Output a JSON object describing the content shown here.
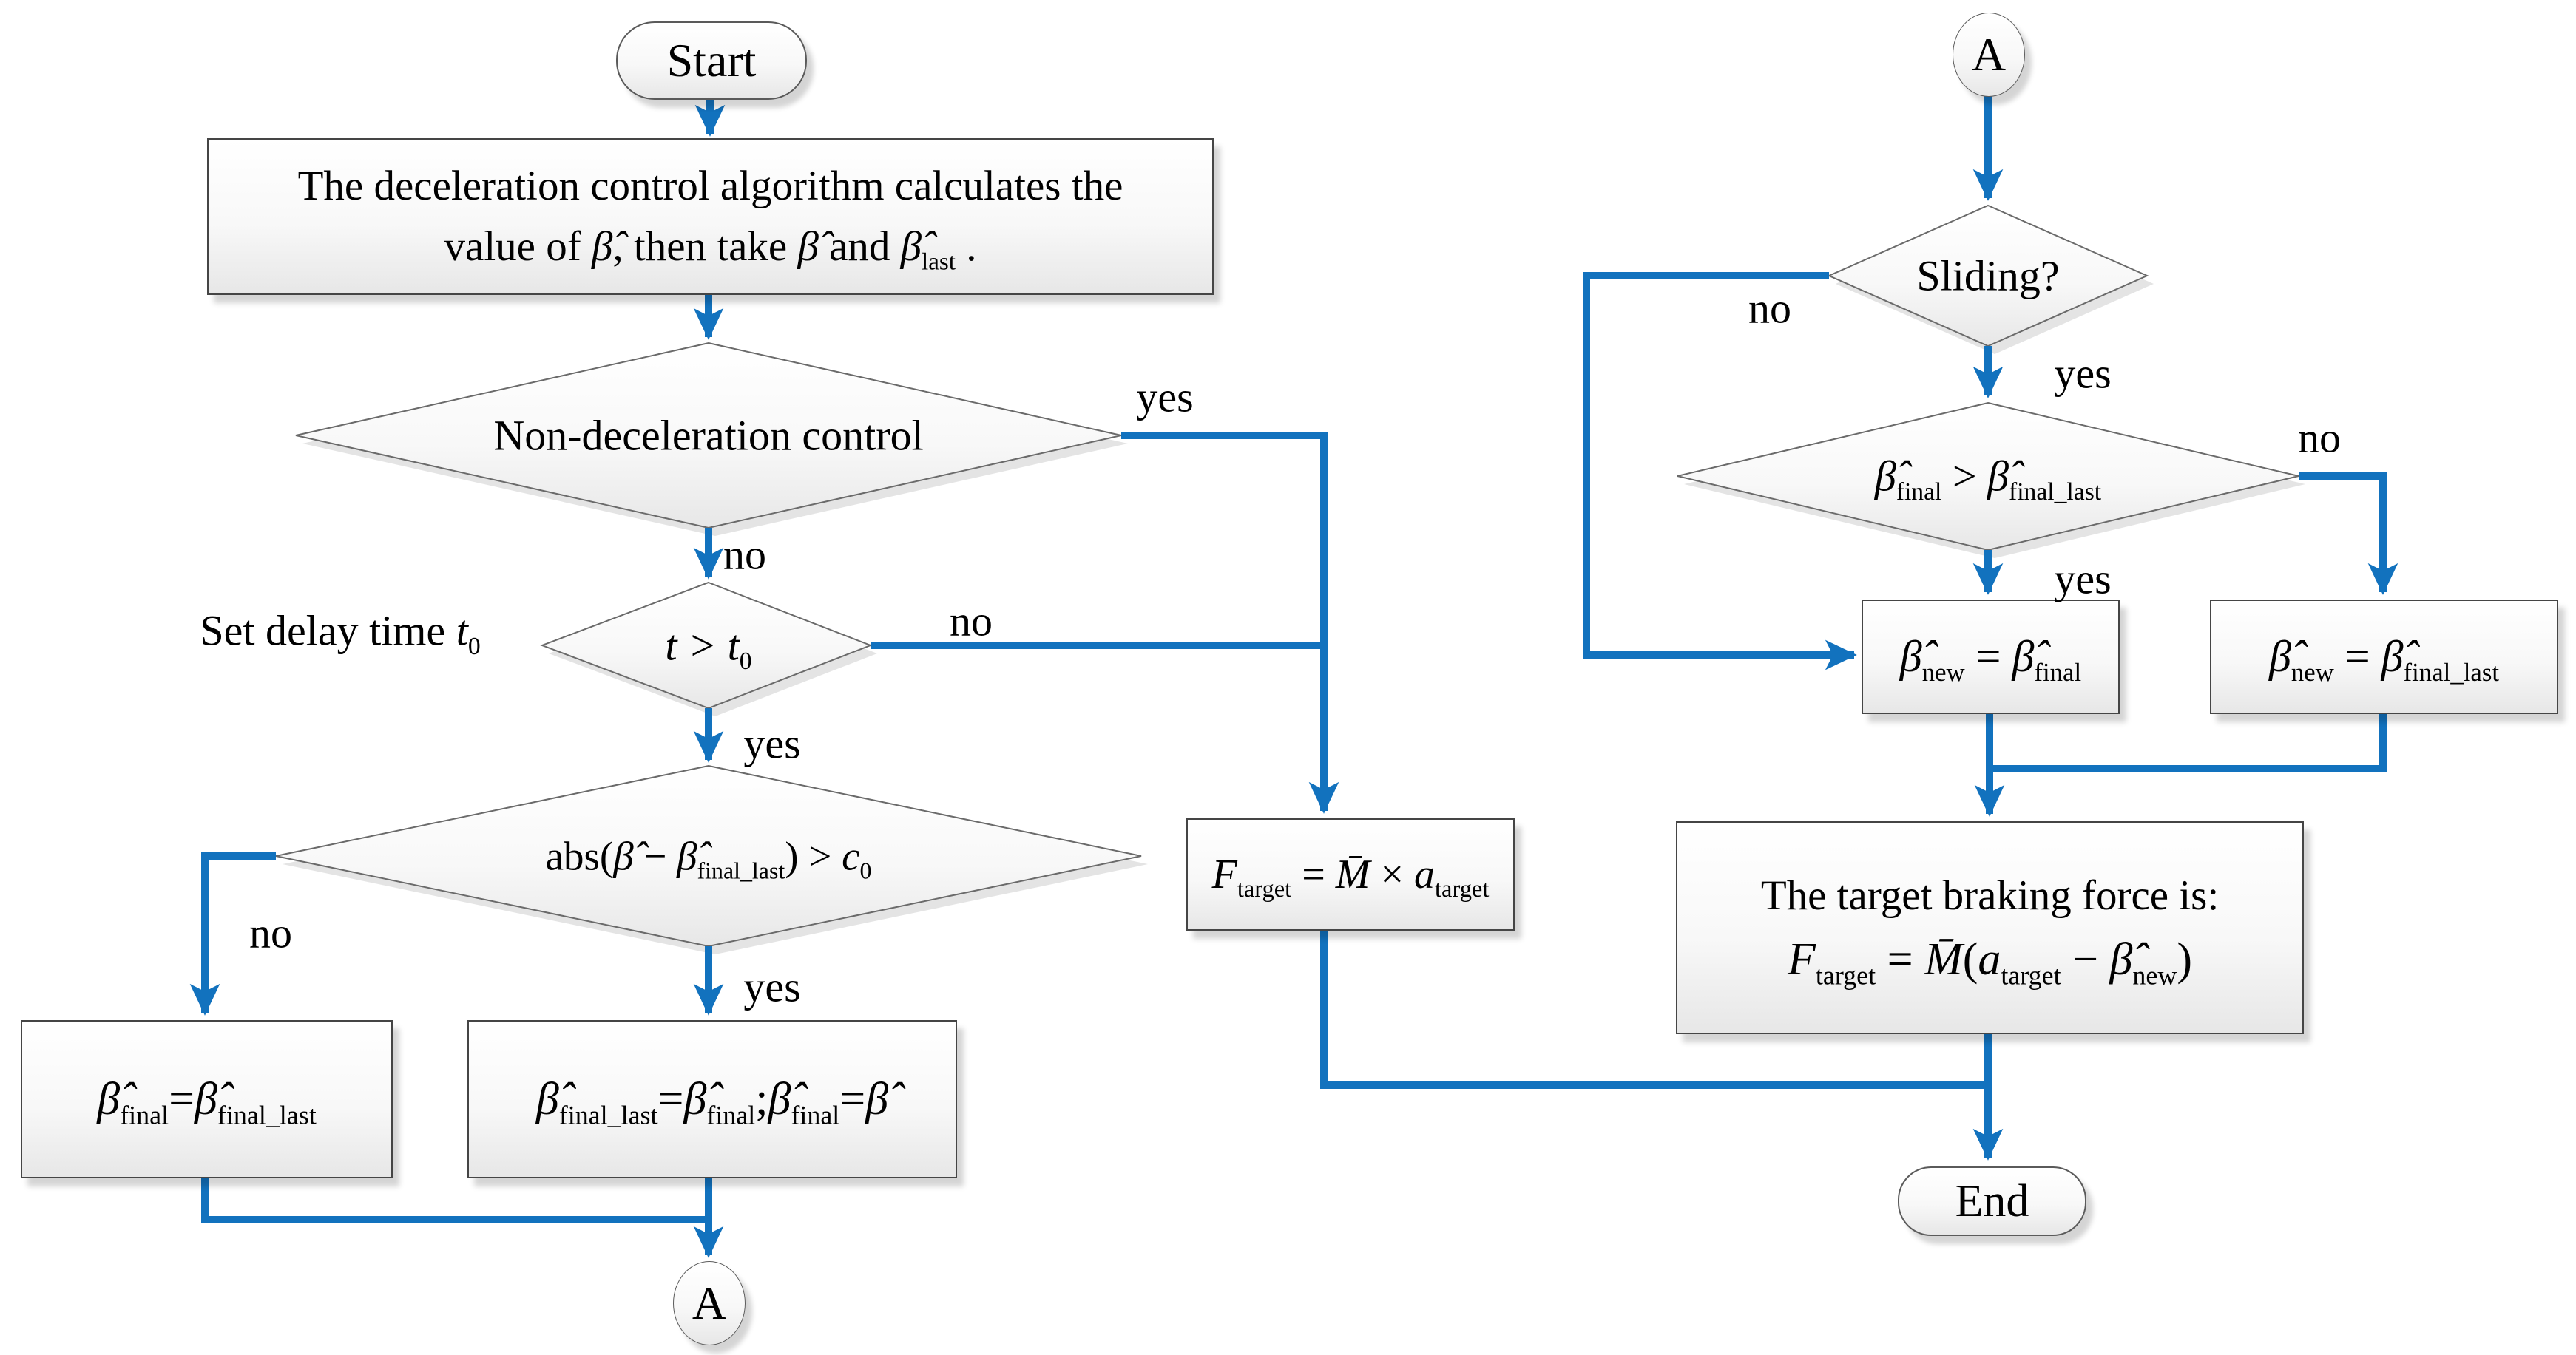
{
  "palette": {
    "arrow_blue": "#1272BE",
    "node_border": "#454545",
    "diamond_border": "#6a6a6a",
    "fill_top": "#ffffff",
    "fill_bottom": "#e7e7e7",
    "shadow": "#cfcfcf",
    "text": "#000000"
  },
  "nodes": {
    "start": {
      "label": "Start"
    },
    "calc_box": {
      "line1": "The deceleration control algorithm calculates the",
      "line2": [
        {
          "t": "value of "
        },
        {
          "t": "β̂",
          "i": 1
        },
        {
          "t": ", then take "
        },
        {
          "t": "β̂",
          "i": 1
        },
        {
          "t": " and "
        },
        {
          "t": "β̂",
          "i": 1
        },
        {
          "t": "last",
          "s": 1
        },
        {
          "t": " ."
        }
      ]
    },
    "d_non_decel": {
      "label": "Non-deceleration control"
    },
    "delay_note": [
      {
        "t": "Set delay time "
      },
      {
        "t": "t",
        "i": 1
      },
      {
        "t": "0",
        "s": 1
      }
    ],
    "d_t": [
      {
        "t": "t",
        "i": 1
      },
      {
        "t": " > ",
        "i": 1
      },
      {
        "t": "t",
        "i": 1
      },
      {
        "t": "0",
        "s": 1
      }
    ],
    "d_abs": [
      {
        "t": "abs("
      },
      {
        "t": "β̂",
        "i": 1
      },
      {
        "t": " − "
      },
      {
        "t": "β̂",
        "i": 1
      },
      {
        "t": "final_last",
        "s": 1
      },
      {
        "t": ") > "
      },
      {
        "t": "c",
        "i": 1
      },
      {
        "t": "0",
        "s": 1
      }
    ],
    "box_keep": [
      {
        "t": "β̂",
        "i": 1
      },
      {
        "t": "final",
        "s": 1
      },
      {
        "t": "="
      },
      {
        "t": "β̂",
        "i": 1
      },
      {
        "t": "final_last",
        "s": 1
      }
    ],
    "box_update": [
      {
        "t": "β̂",
        "i": 1
      },
      {
        "t": "final_last",
        "s": 1
      },
      {
        "t": "="
      },
      {
        "t": "β̂",
        "i": 1
      },
      {
        "t": "final",
        "s": 1
      },
      {
        "t": ";"
      },
      {
        "t": "β̂",
        "i": 1
      },
      {
        "t": "final",
        "s": 1
      },
      {
        "t": "="
      },
      {
        "t": "β̂",
        "i": 1
      }
    ],
    "connector_a_left": {
      "label": "A"
    },
    "connector_a_right": {
      "label": "A"
    },
    "f_simple": [
      {
        "t": "F",
        "i": 1
      },
      {
        "t": "target",
        "s": 1
      },
      {
        "t": " = "
      },
      {
        "t": "M̄",
        "i": 1
      },
      {
        "t": " × "
      },
      {
        "t": "a",
        "i": 1
      },
      {
        "t": "target",
        "s": 1
      }
    ],
    "d_sliding": {
      "label": "Sliding?"
    },
    "d_beta_cmp": [
      {
        "t": "β̂",
        "i": 1
      },
      {
        "t": "final",
        "s": 1
      },
      {
        "t": " > "
      },
      {
        "t": "β̂",
        "i": 1
      },
      {
        "t": "final_last",
        "s": 1
      }
    ],
    "box_new_final": [
      {
        "t": "β̂",
        "i": 1
      },
      {
        "t": "new",
        "s": 1
      },
      {
        "t": " = "
      },
      {
        "t": "β̂",
        "i": 1
      },
      {
        "t": "final",
        "s": 1
      }
    ],
    "box_new_final_last": [
      {
        "t": "β̂",
        "i": 1
      },
      {
        "t": "new",
        "s": 1
      },
      {
        "t": " = "
      },
      {
        "t": "β̂",
        "i": 1
      },
      {
        "t": "final_last",
        "s": 1
      }
    ],
    "target_force": {
      "line1": "The target braking force is:",
      "line2": [
        {
          "t": "F",
          "i": 1
        },
        {
          "t": "target",
          "s": 1
        },
        {
          "t": " = "
        },
        {
          "t": "M̄",
          "i": 1
        },
        {
          "t": "("
        },
        {
          "t": "a",
          "i": 1
        },
        {
          "t": "target",
          "s": 1
        },
        {
          "t": " − "
        },
        {
          "t": "β̂",
          "i": 1
        },
        {
          "t": "new",
          "s": 1
        },
        {
          "t": ")"
        }
      ]
    },
    "end": {
      "label": "End"
    }
  },
  "edge_labels": {
    "yes1": "yes",
    "no1": "no",
    "no2": "no",
    "yes2": "yes",
    "no3": "no",
    "yes3": "yes",
    "no4": "no",
    "yes4": "yes",
    "yes5": "yes",
    "no5": "no"
  }
}
